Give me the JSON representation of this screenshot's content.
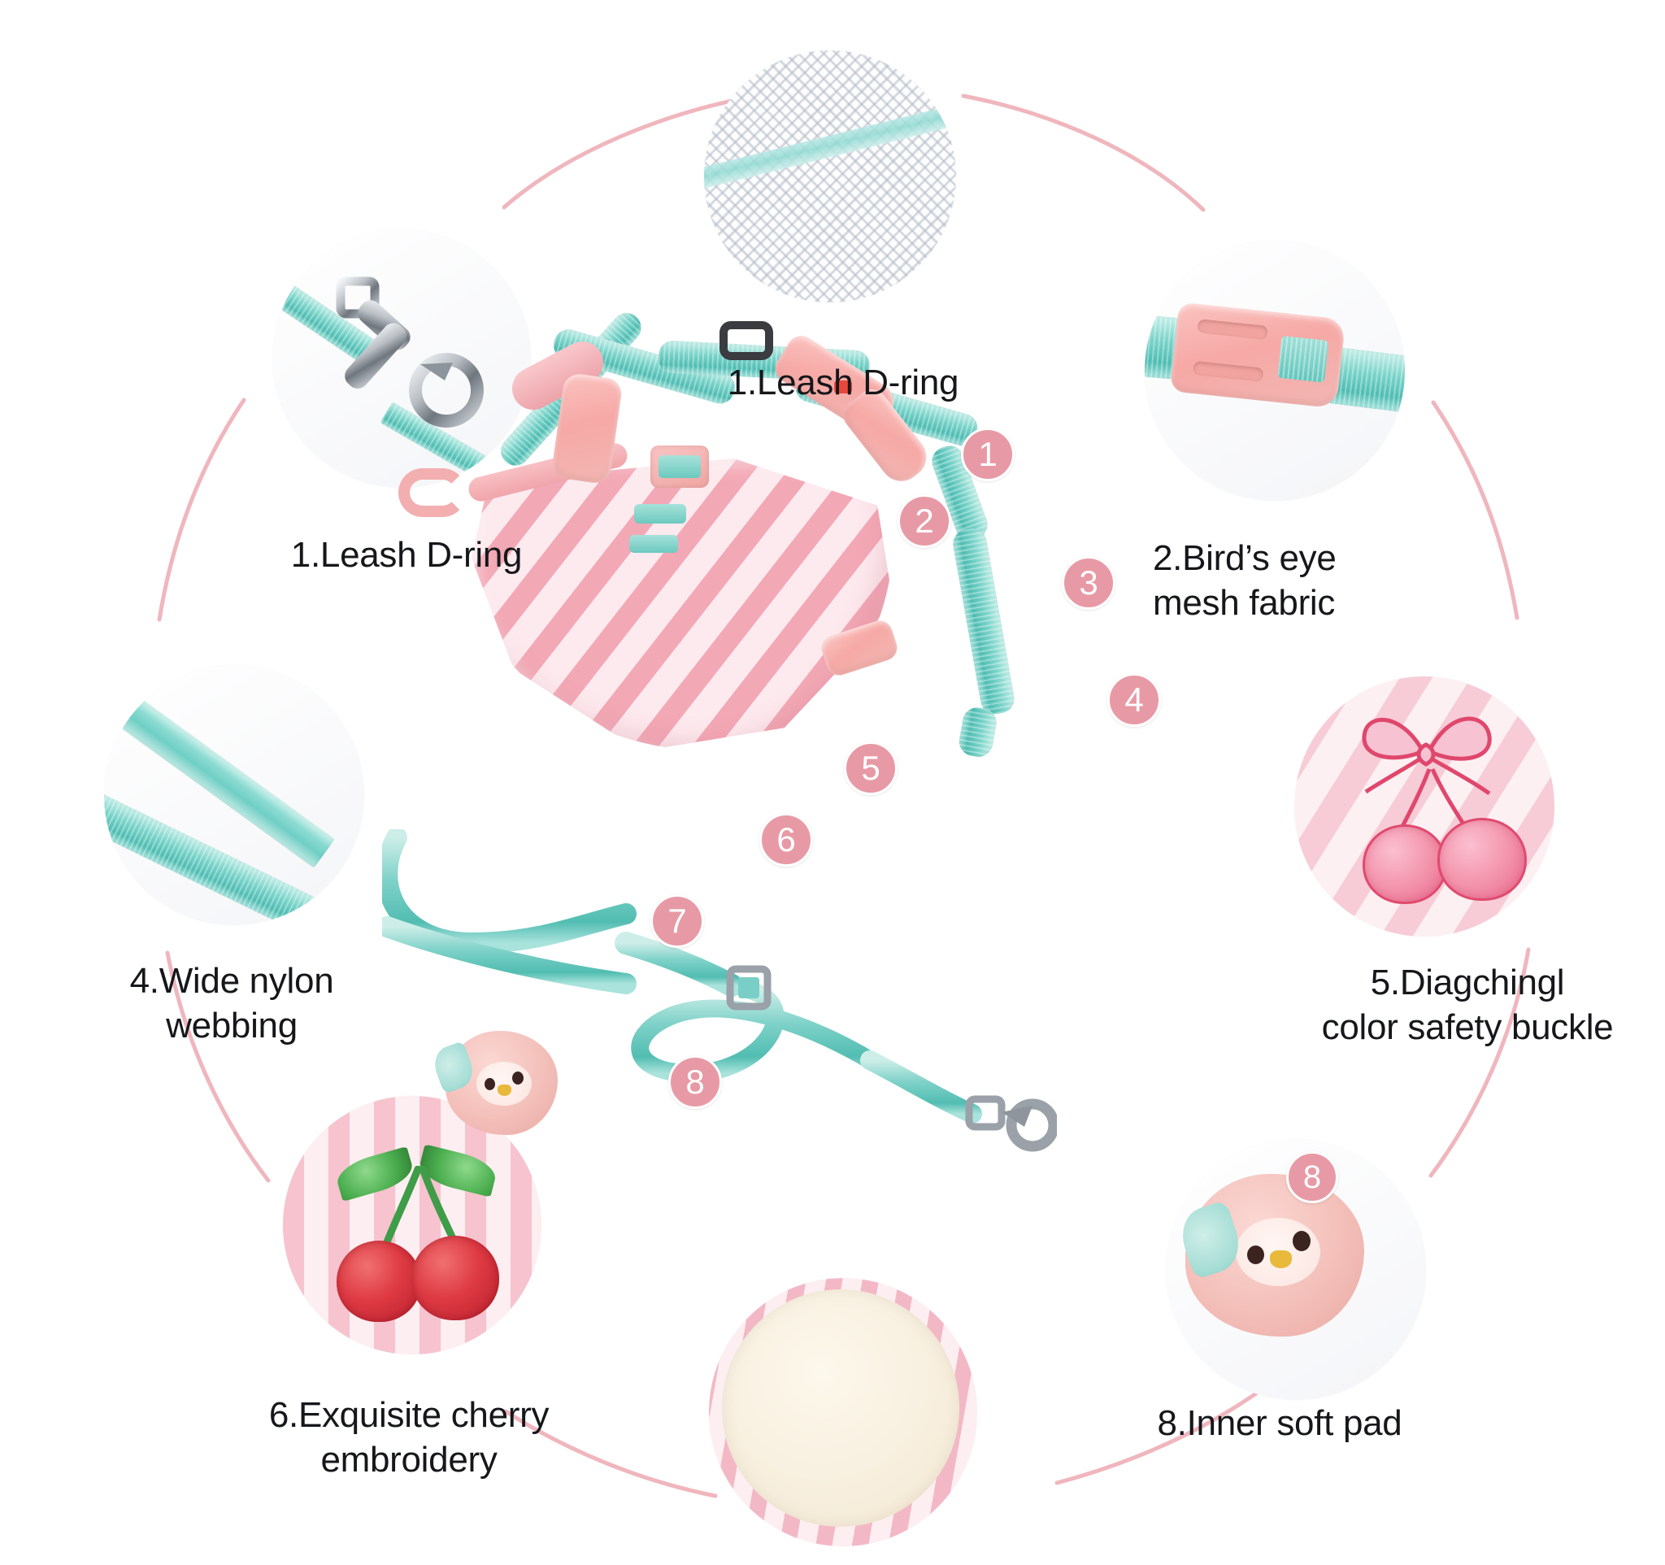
{
  "infographic": {
    "product": "pet harness and leash set",
    "background_color": "#ffffff",
    "accent_color": "#e79aa5",
    "connector_color": "#f0b6bd",
    "teal_color": "#7fd5cc",
    "pink_color": "#f3a8b5"
  },
  "captions": [
    {
      "id": "caption-leash-d-ring-top",
      "text": "1.Leash D-ring",
      "align": "center"
    },
    {
      "id": "caption-leash-d-ring-left",
      "text": "1.Leash D-ring",
      "align": "center"
    },
    {
      "id": "caption-birds-eye-mesh",
      "text": "2.Bird’s eye\nmesh fabric",
      "align": "left"
    },
    {
      "id": "caption-wide-nylon-webbing",
      "text": "4.Wide nylon\nwebbing",
      "align": "center"
    },
    {
      "id": "caption-color-safety-buckle",
      "text": "5.Diagchingl\ncolor safety buckle",
      "align": "center"
    },
    {
      "id": "caption-cherry-embroidery",
      "text": "6.Exquisite cherry\nembroidery",
      "align": "center"
    },
    {
      "id": "caption-inner-soft-pad",
      "text": "8.Inner soft pad",
      "align": "center"
    }
  ],
  "badges": [
    {
      "id": "badge-1",
      "number": "1"
    },
    {
      "id": "badge-2",
      "number": "2"
    },
    {
      "id": "badge-3",
      "number": "3"
    },
    {
      "id": "badge-4",
      "number": "4"
    },
    {
      "id": "badge-5",
      "number": "5"
    },
    {
      "id": "badge-6",
      "number": "6"
    },
    {
      "id": "badge-7",
      "number": "7"
    },
    {
      "id": "badge-8",
      "number": "8"
    }
  ],
  "detail_circles": [
    {
      "id": "circle-leash-d-ring",
      "subject": "metal leash d-ring clasp on teal strap"
    },
    {
      "id": "circle-mesh-fabric",
      "subject": "white bird's eye mesh fabric swatch"
    },
    {
      "id": "circle-safety-buckle",
      "subject": "pink side-release buckle on teal webbing"
    },
    {
      "id": "circle-nylon-webbing",
      "subject": "wide teal nylon webbing straps"
    },
    {
      "id": "circle-pink-cherry-bow",
      "subject": "pink cherry and bow embroidery on diagonal stripes"
    },
    {
      "id": "circle-red-cherry",
      "subject": "red cherry embroidery on pink vertical stripes"
    },
    {
      "id": "circle-inner-soft-pad",
      "subject": "cream inner soft pad with striped edge"
    },
    {
      "id": "circle-plush-charm",
      "subject": "pink plush bear charm with teal bow"
    }
  ]
}
